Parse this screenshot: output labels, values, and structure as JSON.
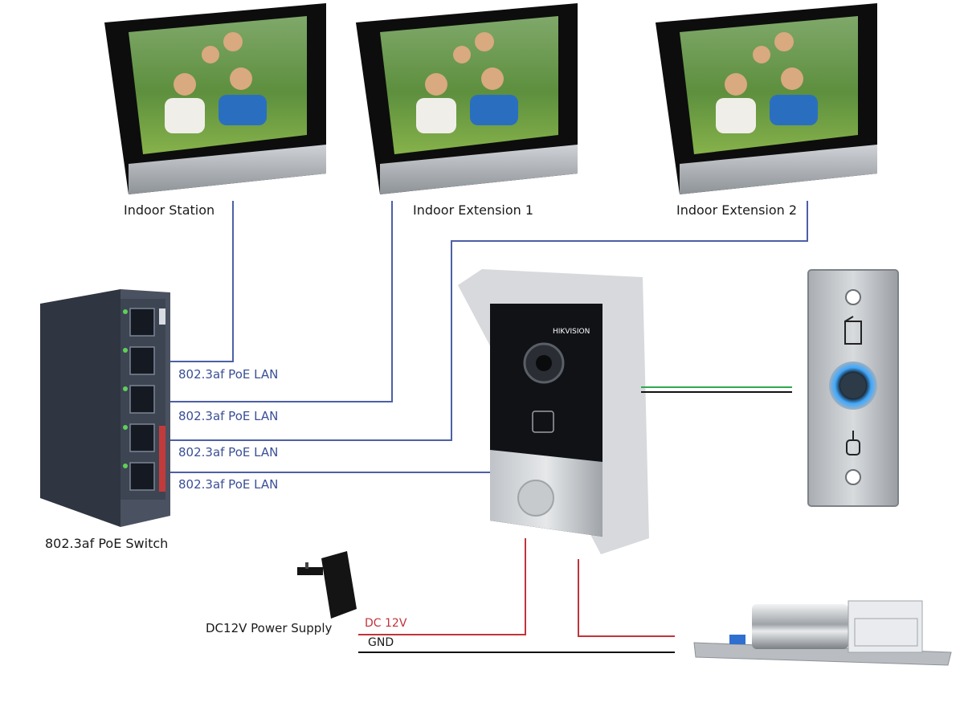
{
  "devices": {
    "indoor_station": "Indoor Station",
    "indoor_extension_1": "Indoor Extension 1",
    "indoor_extension_2": "Indoor Extension 2",
    "poe_switch": "802.3af PoE Switch",
    "power_supply": "DC12V Power Supply",
    "door_station_brand": "HIKVISION"
  },
  "links": {
    "lan_1": "802.3af PoE LAN",
    "lan_2": "802.3af PoE LAN",
    "lan_3": "802.3af PoE LAN",
    "lan_4": "802.3af PoE LAN",
    "dc": "DC 12V",
    "gnd": "GND"
  },
  "colors": {
    "lan_wire": "#4d5fa8",
    "dc_wire": "#c0343a",
    "gnd_wire": "#111111",
    "exit_wire_green": "#2fa84f",
    "exit_wire_black": "#111111",
    "switch_body": "#3f4654",
    "lan_label": "#3a4f95"
  },
  "icons": [
    "door-open-icon",
    "hand-press-icon",
    "camera-icon",
    "card-reader-icon",
    "call-button-icon",
    "plug-icon"
  ]
}
